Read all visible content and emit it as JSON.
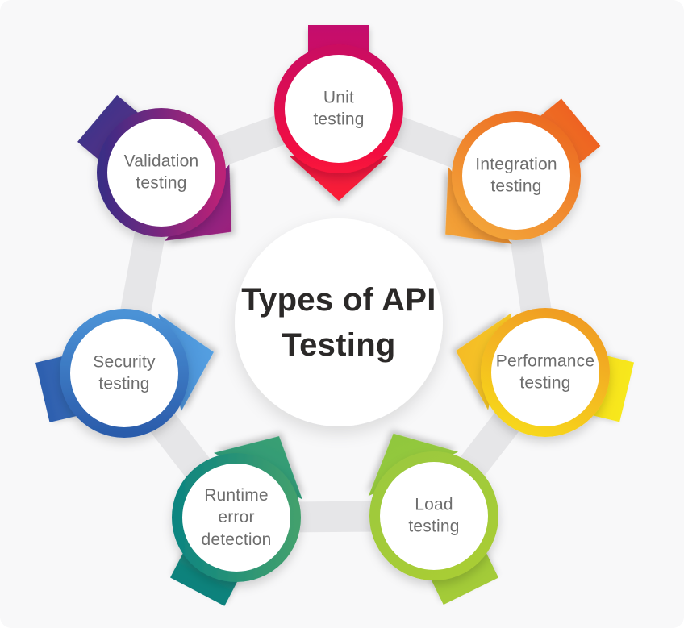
{
  "title": "Types of API Testing",
  "center": {
    "label": "Types of API\nTesting"
  },
  "nodes": [
    {
      "id": "unit-testing",
      "label": "Unit\ntesting",
      "colors": {
        "tail": "#c30a6e",
        "head": "#fb1c34",
        "ring_from": "#cb0a61",
        "ring_to": "#f8123c"
      }
    },
    {
      "id": "integration-testing",
      "label": "Integration\ntesting",
      "colors": {
        "tail": "#ee6322",
        "head": "#f2a338",
        "ring_from": "#ec6a22",
        "ring_to": "#f3a53a"
      }
    },
    {
      "id": "performance-testing",
      "label": "Performance\ntesting",
      "colors": {
        "tail": "#f7e81b",
        "head": "#f5bb27",
        "ring_from": "#f09c22",
        "ring_to": "#f7d71e"
      }
    },
    {
      "id": "load-testing",
      "label": "Load\ntesting",
      "colors": {
        "tail": "#a4cb37",
        "head": "#90c73e",
        "ring_from": "#9cc93d",
        "ring_to": "#a9cd35"
      }
    },
    {
      "id": "runtime-error-detection",
      "label": "Runtime\nerror\ndetection",
      "colors": {
        "tail": "#0d817d",
        "head": "#3aa073",
        "ring_from": "#0e8580",
        "ring_to": "#42a06d"
      }
    },
    {
      "id": "security-testing",
      "label": "Security\ntesting",
      "colors": {
        "tail": "#2e5fae",
        "head": "#54a0e2",
        "ring_from": "#4b92d6",
        "ring_to": "#2b5cab"
      }
    },
    {
      "id": "validation-testing",
      "label": "Validation\ntesting",
      "colors": {
        "tail": "#413489",
        "head": "#9c1f7d",
        "ring_from": "#3b2d85",
        "ring_to": "#bb2277"
      }
    }
  ],
  "palette": {
    "background": "#f8f8f9",
    "connector": "#e6e6e8",
    "label_text": "#6e6e6e",
    "title_text": "#2b2928",
    "node_fill": "#ffffff"
  }
}
